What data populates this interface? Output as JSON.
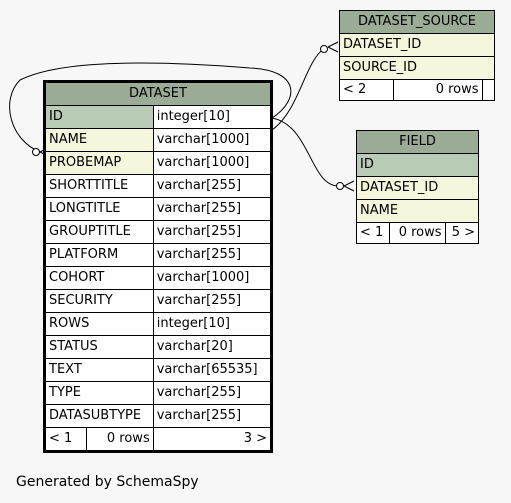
{
  "dataset": {
    "title": "DATASET",
    "columns": [
      {
        "name": "ID",
        "type": "integer[10]",
        "kind": "pk"
      },
      {
        "name": "NAME",
        "type": "varchar[1000]",
        "kind": "fk"
      },
      {
        "name": "PROBEMAP",
        "type": "varchar[1000]",
        "kind": "fk"
      },
      {
        "name": "SHORTTITLE",
        "type": "varchar[255]",
        "kind": "plain"
      },
      {
        "name": "LONGTITLE",
        "type": "varchar[255]",
        "kind": "plain"
      },
      {
        "name": "GROUPTITLE",
        "type": "varchar[255]",
        "kind": "plain"
      },
      {
        "name": "PLATFORM",
        "type": "varchar[255]",
        "kind": "plain"
      },
      {
        "name": "COHORT",
        "type": "varchar[1000]",
        "kind": "plain"
      },
      {
        "name": "SECURITY",
        "type": "varchar[255]",
        "kind": "plain"
      },
      {
        "name": "ROWS",
        "type": "integer[10]",
        "kind": "plain"
      },
      {
        "name": "STATUS",
        "type": "varchar[20]",
        "kind": "plain"
      },
      {
        "name": "TEXT",
        "type": "varchar[65535]",
        "kind": "plain"
      },
      {
        "name": "TYPE",
        "type": "varchar[255]",
        "kind": "plain"
      },
      {
        "name": "DATASUBTYPE",
        "type": "varchar[255]",
        "kind": "plain"
      }
    ],
    "footer": {
      "parents": "< 1",
      "rows": "0 rows",
      "children": "3 >"
    }
  },
  "dataset_source": {
    "title": "DATASET_SOURCE",
    "columns": [
      {
        "name": "DATASET_ID",
        "kind": "fk"
      },
      {
        "name": "SOURCE_ID",
        "kind": "fk"
      }
    ],
    "footer": {
      "parents": "< 2",
      "rows": "0 rows",
      "children": ""
    }
  },
  "field": {
    "title": "FIELD",
    "columns": [
      {
        "name": "ID",
        "kind": "pk"
      },
      {
        "name": "DATASET_ID",
        "kind": "fk"
      },
      {
        "name": "NAME",
        "kind": "fk"
      }
    ],
    "footer": {
      "parents": "< 1",
      "rows": "0 rows",
      "children": "5 >"
    }
  },
  "footer_text": "Generated by SchemaSpy"
}
